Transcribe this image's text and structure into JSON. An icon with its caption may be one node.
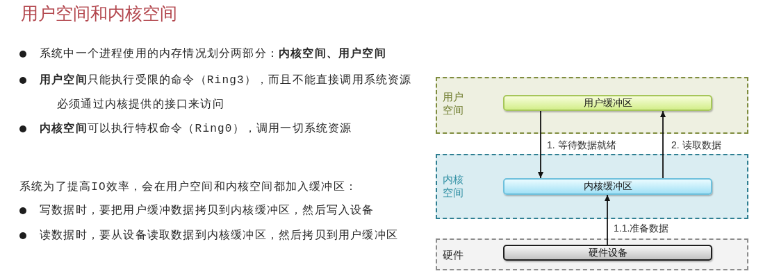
{
  "diagram": {
    "title": "用户空间和内核空间",
    "nodes": [
      {
        "text": [
          "用户空间"
        ]
      },
      {
        "text": [
          "用户缓冲区"
        ],
        "in": 0
      },
      {
        "text": [
          "内核空间"
        ]
      },
      {
        "text": [
          "内核缓冲区"
        ],
        "in": 2
      },
      {
        "text": [
          "硬件"
        ]
      },
      {
        "text": [
          "硬件设备"
        ],
        "in": 4
      }
    ],
    "edges": [
      {
        "from": 1,
        "to": 3,
        "arrow": "to",
        "label": "1. 等待数据就绪"
      },
      {
        "from": 3,
        "to": 1,
        "arrow": "to",
        "label": "2. 读取数据"
      },
      {
        "from": 5,
        "to": 3,
        "arrow": "to",
        "label": "1.1.准备数据"
      }
    ],
    "labels": [
      "系统中一个进程使用的内存情况划分两部分：**内核空间、用户空间**",
      "**用户空间**只能执行受限的命令（Ring3），而且不能直接调用系统资源",
      "必须通过内核提供的接口来访问",
      "**内核空间**可以执行特权命令（Ring0），调用一切系统资源",
      "系统为了提高IO效率，会在用户空间和内核空间都加入缓冲区：",
      "写数据时，要把用户缓冲数据拷贝到内核缓冲区，然后写入设备",
      "读数据时，要从设备读取数据到内核缓冲区，然后拷贝到用户缓冲区"
    ]
  }
}
